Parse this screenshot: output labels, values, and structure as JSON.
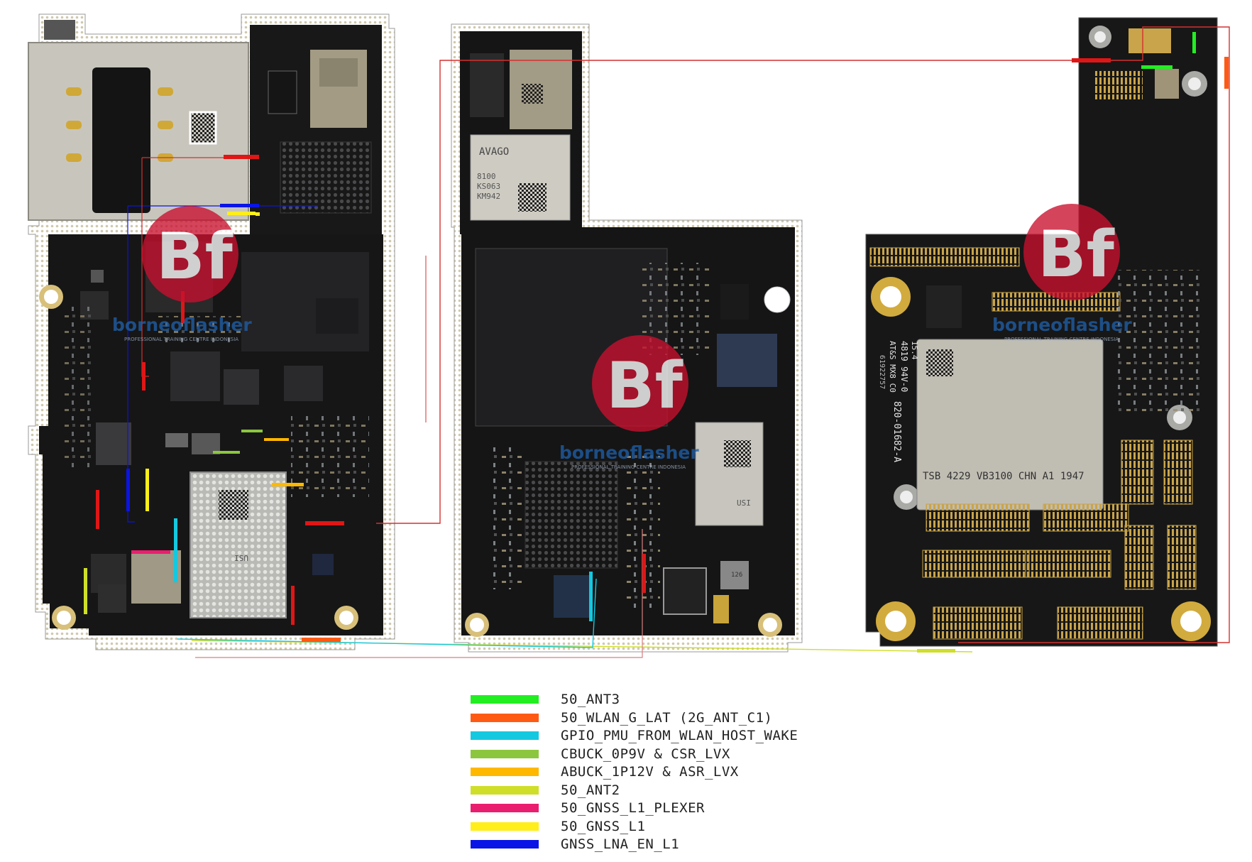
{
  "colors": {
    "board": "#151515",
    "board_edge": "#3a3a2a",
    "via_ring": "#c9c3a6",
    "gold": "#d2ab3e",
    "shield": "#a8a8a4",
    "chip": "#222226",
    "watermark_red": "#c8102e",
    "watermark_blue": "#1f5fa8",
    "trace_red": "#d43030"
  },
  "watermark": {
    "brand": "borneoflasher",
    "tagline": "PROFESSIONAL TRAINING CENTRE INDONESIA",
    "logo_letters": "Bf"
  },
  "chip_labels": {
    "avago_brand": "AVAGO",
    "avago_lines": [
      "8100",
      "KS063",
      "KM942"
    ],
    "usi_top": "USI",
    "usi_bottom": "USI",
    "wifi_module": "TSB 4229 VB3100 CHN A1 1947",
    "board_id": "820-01682-A",
    "board_id2": "61922757",
    "rating": "4819 94V-0",
    "rating2": "AT&S MX8 C0",
    "rev": "15.4",
    "small_chip": "126"
  },
  "legend": [
    {
      "label": "50_ANT3",
      "color": "#22ee22",
      "icon": "line-swatch"
    },
    {
      "label": "50_WLAN_G_LAT (2G_ANT_C1)",
      "color": "#ff5a14",
      "icon": "line-swatch"
    },
    {
      "label": "GPIO_PMU_FROM_WLAN_HOST_WAKE",
      "color": "#14c8e0",
      "icon": "line-swatch"
    },
    {
      "label": "CBUCK_0P9V & CSR_LVX",
      "color": "#8cc63f",
      "icon": "line-swatch"
    },
    {
      "label": "ABUCK_1P12V & ASR_LVX",
      "color": "#ffb800",
      "icon": "line-swatch"
    },
    {
      "label": "50_ANT2",
      "color": "#cfde28",
      "icon": "line-swatch"
    },
    {
      "label": "50_GNSS_L1_PLEXER",
      "color": "#ea1e6e",
      "icon": "line-swatch"
    },
    {
      "label": "50_GNSS_L1",
      "color": "#ffee1a",
      "icon": "line-swatch"
    },
    {
      "label": "GNSS_LNA_EN_L1",
      "color": "#0a14e6",
      "icon": "line-swatch"
    }
  ]
}
